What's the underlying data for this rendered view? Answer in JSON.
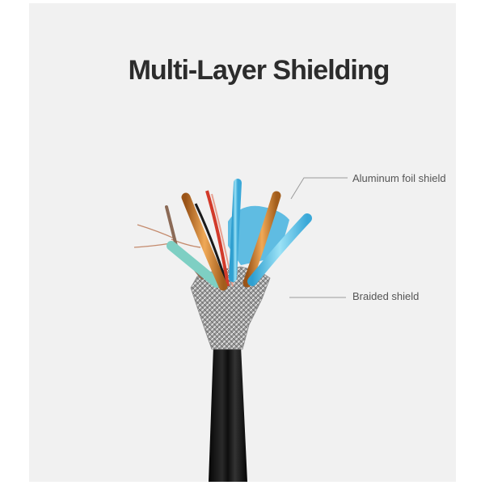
{
  "title": "Multi-Layer Shielding",
  "callouts": {
    "foil": "Aluminum foil shield",
    "braid": "Braided shield"
  },
  "colors": {
    "background": "#f1f1f1",
    "jacket": "#151515",
    "copper": "#d8893a",
    "foil_blue": "#5fc3e6",
    "braid": "#bdbdbd",
    "title": "#2c2c2c"
  }
}
